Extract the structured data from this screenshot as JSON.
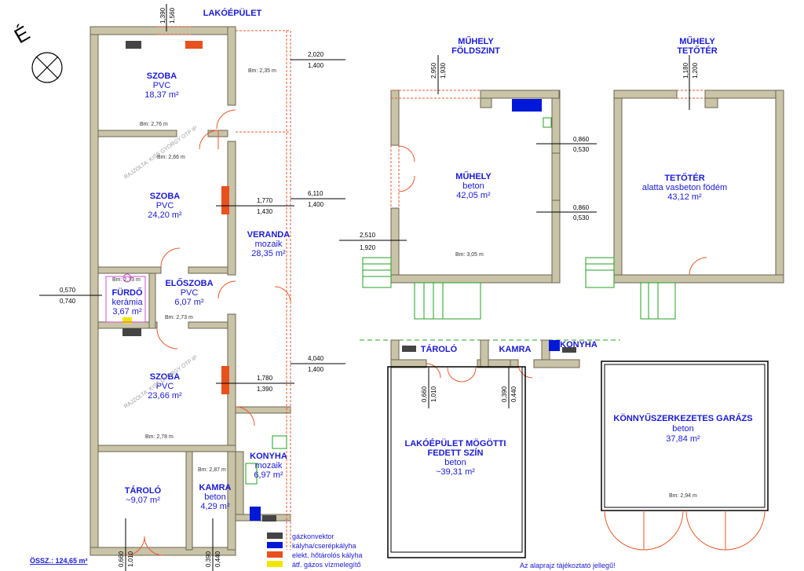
{
  "north": "É",
  "title_house": "LAKÓÉPÜLET",
  "title_workshop_ground": [
    "MŰHELY",
    "FÖLDSZINT"
  ],
  "title_workshop_attic": [
    "MŰHELY",
    "TETŐTÉR"
  ],
  "rooms": {
    "szoba1": {
      "name": "SZOBA",
      "floor": "PVC",
      "area": "18,37 m²",
      "bm": "Bm: 2,76 m"
    },
    "szoba2": {
      "name": "SZOBA",
      "floor": "PVC",
      "area": "24,20 m²",
      "bm": "Bm: 2,66 m"
    },
    "veranda": {
      "name": "VERANDA",
      "floor": "mozaik",
      "area": "28,35 m²",
      "bm": "Bm: 2,35 m"
    },
    "furdo": {
      "name": "FÜRDŐ",
      "floor": "kerámia",
      "area": "3,67 m²",
      "bm": "Bm: 2,73 m"
    },
    "eloszoba": {
      "name": "ELŐSZOBA",
      "floor": "PVC",
      "area": "6,07 m²",
      "bm": "Bm: 2,73 m"
    },
    "szoba3": {
      "name": "SZOBA",
      "floor": "PVC",
      "area": "23,66 m²",
      "bm": "Bm: 2,78 m"
    },
    "konyha": {
      "name": "KONYHA",
      "floor": "mozaik",
      "area": "6,97 m²",
      "bm": "Bm: 2,87 m"
    },
    "taroló": {
      "name": "TÁROLÓ",
      "area": "~9,07 m²"
    },
    "kamra": {
      "name": "KAMRA",
      "floor": "beton",
      "area": "4,29 m²"
    },
    "muhely": {
      "name": "MŰHELY",
      "floor": "beton",
      "area": "42,05 m²",
      "bm": "Bm: 3,05 m"
    },
    "teteter": {
      "name": "TETŐTÉR",
      "floor": "alatta vasbeton födém",
      "area": "43,12 m²"
    },
    "szin": {
      "name1": "LAKÓÉPÜLET MÖGÖTTI",
      "name2": "FEDETT SZÍN",
      "floor": "beton",
      "area": "~39,31 m²"
    },
    "garazs": {
      "name": "KÖNNYŰSZERKEZETES GARÁZS",
      "floor": "beton",
      "area": "37,84 m²",
      "bm": "Bm: 2,94 m"
    },
    "taro2": {
      "name": "TÁROLÓ"
    },
    "kamra2": {
      "name": "KAMRA"
    },
    "konyha2": {
      "name": "KONYHA"
    }
  },
  "dims": {
    "d1": [
      "1,390",
      "1,560"
    ],
    "d2": [
      "2,020",
      "1,400"
    ],
    "d3": [
      "6,110",
      "1,400"
    ],
    "d4": [
      "1,770",
      "1,430"
    ],
    "d5": [
      "0,570",
      "0,740"
    ],
    "d6": [
      "4,040",
      "1,400"
    ],
    "d7": [
      "1,780",
      "1,390"
    ],
    "d8": [
      "0,660",
      "1,010"
    ],
    "d9": [
      "0,390",
      "0,440"
    ],
    "d10": [
      "2,950",
      "1,930"
    ],
    "d11": [
      "0,860",
      "0,530"
    ],
    "d12": [
      "0,860",
      "0,530"
    ],
    "d13": [
      "2,510",
      "1,920"
    ],
    "d14": [
      "1,180",
      "1,200"
    ],
    "d15": [
      "0,660",
      "1,010"
    ],
    "d16": [
      "0,390",
      "0,440"
    ]
  },
  "watermark": "RAJZOLTA: KISS GYÖRGY OTP IP",
  "total": "ÖSSZ.: 124,65 m²",
  "note": "Az alaprajz tájékoztató jellegű!",
  "legend": [
    {
      "color": "#444444",
      "label": "gázkonvektor"
    },
    {
      "color": "#0018d8",
      "label": "kályha/cserépkályha"
    },
    {
      "color": "#e8501e",
      "label": "elekt. hőtárolós kályha"
    },
    {
      "color": "#f2e600",
      "label": "átf. gázos vízmelegítő"
    }
  ]
}
